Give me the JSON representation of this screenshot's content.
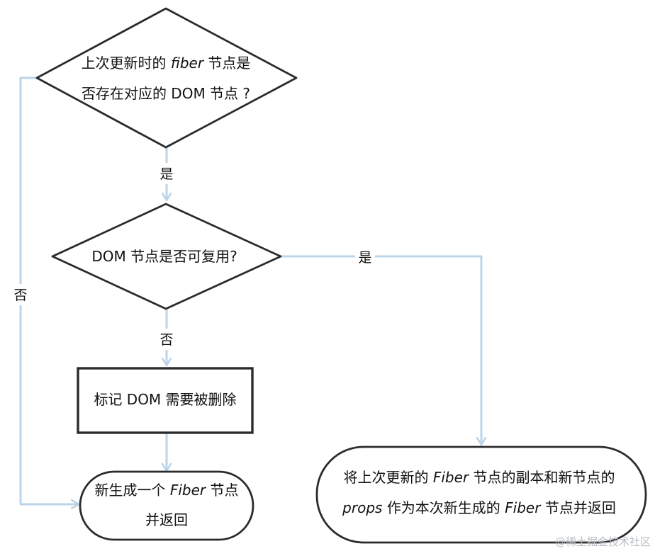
{
  "diagram": {
    "decision1": {
      "line1_prefix": "上次更新时的 ",
      "line1_italic": "fiber",
      "line1_suffix": " 节点是",
      "line2": "否存在对应的 DOM 节点 ?"
    },
    "decision2": {
      "label": "DOM 节点是否可复用?"
    },
    "process_mark": {
      "label": "标记 DOM 需要被删除"
    },
    "terminal_new": {
      "line1_prefix": "新生成一个 ",
      "line1_italic": "Fiber",
      "line1_suffix": " 节点",
      "line2": "并返回"
    },
    "terminal_copy": {
      "line1_prefix": "将上次更新的 ",
      "line1_italic": "Fiber",
      "line1_suffix": " 节点的副本和新节点的",
      "line2_italic_a": "props",
      "line2_mid": " 作为本次新生成的 ",
      "line2_italic_b": "Fiber",
      "line2_suffix": " 节点并返回"
    },
    "edge_labels": {
      "d1_yes": "是",
      "d1_no": "否",
      "d2_yes": "是",
      "d2_no": "否"
    },
    "colors": {
      "stroke": "#2b2b2b",
      "arrow": "#bcd4e8",
      "text": "#111111"
    }
  },
  "watermark": {
    "text": "@稀土掘金技术社区"
  }
}
